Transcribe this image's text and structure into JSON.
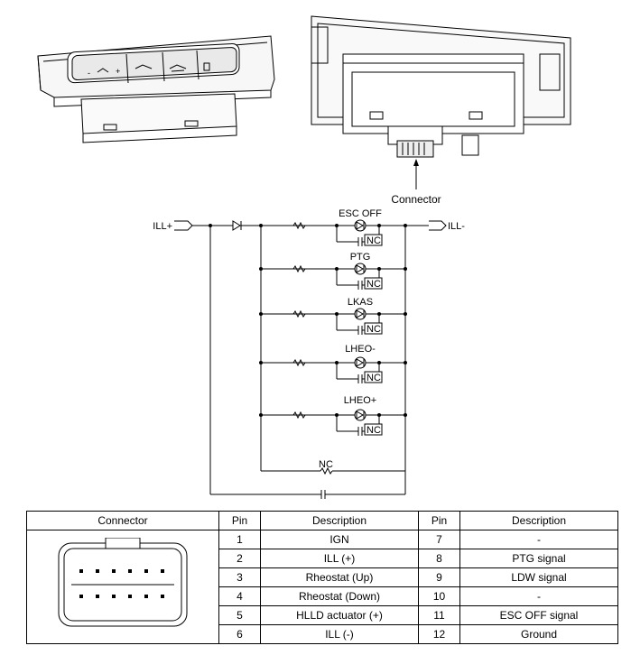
{
  "labels": {
    "connector_callout": "Connector",
    "ill_plus": "ILL+",
    "ill_minus": "ILL-",
    "nc": "NC",
    "branches": [
      "ESC OFF",
      "PTG",
      "LKAS",
      "LHEO-",
      "LHEO+"
    ]
  },
  "table": {
    "headers": [
      "Connector",
      "Pin",
      "Description",
      "Pin",
      "Description"
    ],
    "rows": [
      {
        "pin_a": "1",
        "desc_a": "IGN",
        "pin_b": "7",
        "desc_b": "-"
      },
      {
        "pin_a": "2",
        "desc_a": "ILL (+)",
        "pin_b": "8",
        "desc_b": "PTG signal"
      },
      {
        "pin_a": "3",
        "desc_a": "Rheostat (Up)",
        "pin_b": "9",
        "desc_b": "LDW signal"
      },
      {
        "pin_a": "4",
        "desc_a": "Rheostat (Down)",
        "pin_b": "10",
        "desc_b": "-"
      },
      {
        "pin_a": "5",
        "desc_a": "HLLD actuator (+)",
        "pin_b": "11",
        "desc_b": "ESC OFF signal"
      },
      {
        "pin_a": "6",
        "desc_a": "ILL (-)",
        "pin_b": "12",
        "desc_b": "Ground"
      }
    ]
  }
}
